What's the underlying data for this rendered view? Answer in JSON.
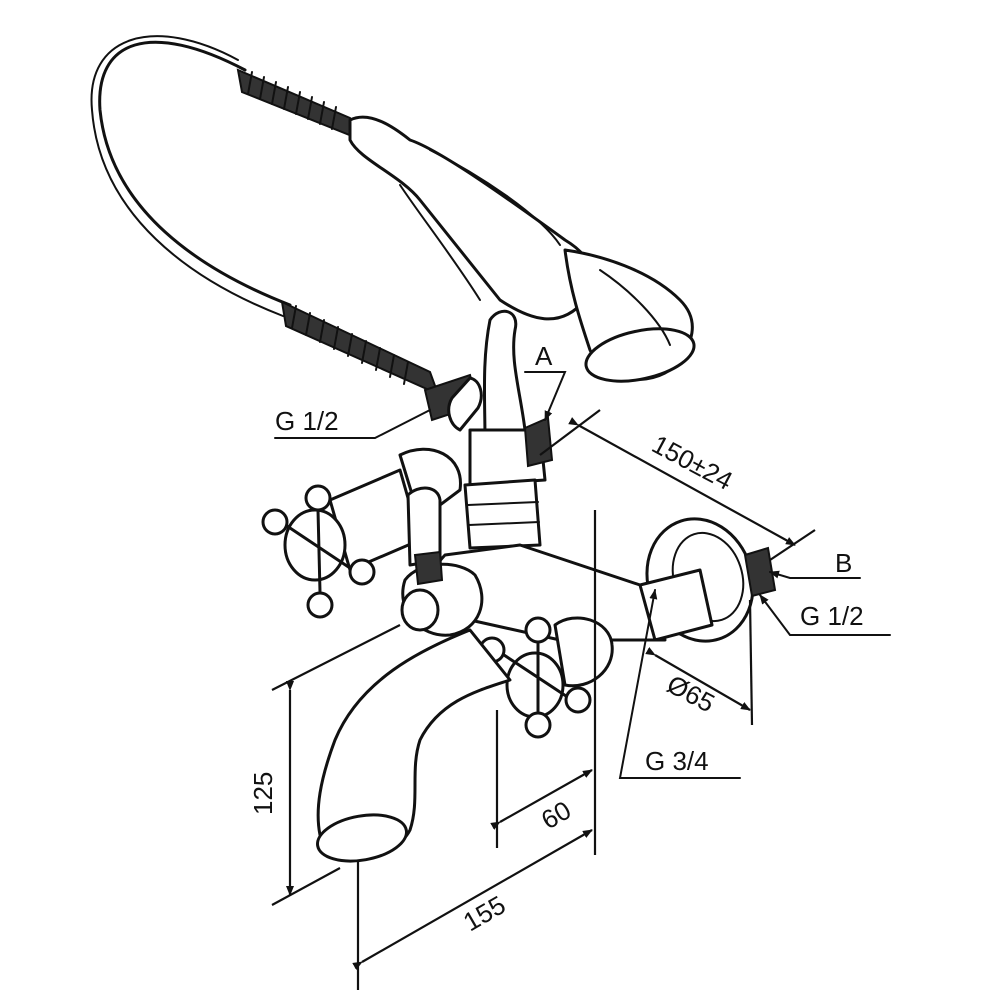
{
  "labels": {
    "g_half_left": "G 1/2",
    "a": "A",
    "dim_150": "150±24",
    "b": "B",
    "g_half_right": "G 1/2",
    "dia_65": "Ø65",
    "g_three_quarter": "G 3/4",
    "dim_125": "125",
    "dim_60": "60",
    "dim_155": "155"
  },
  "colors": {
    "line": "#111111",
    "background": "#ffffff"
  }
}
